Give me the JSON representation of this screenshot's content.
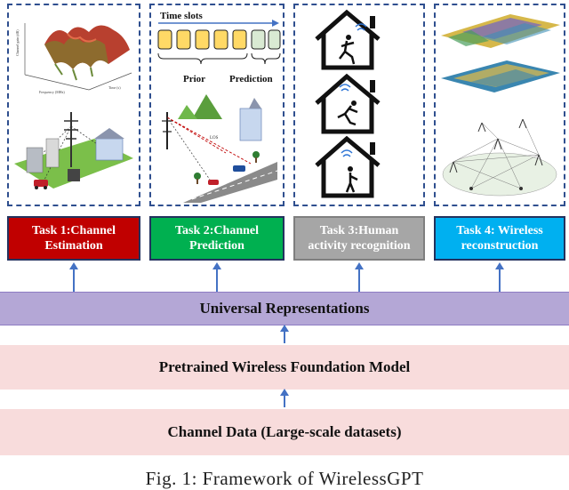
{
  "panels": {
    "prediction": {
      "time_slots": "Time slots",
      "prior": "Prior",
      "prediction": "Prediction",
      "los": "LOS"
    }
  },
  "tasks": [
    {
      "label": "Task 1:Channel Estimation",
      "color": "#c00000"
    },
    {
      "label": "Task 2:Channel Prediction",
      "color": "#00b050"
    },
    {
      "label": "Task 3:Human activity recognition",
      "color": "#a6a6a6"
    },
    {
      "label": "Task 4: Wireless reconstruction",
      "color": "#00b0f0"
    }
  ],
  "bands": {
    "universal": {
      "label": "Universal Representations",
      "color": "#b4a7d6"
    },
    "foundation": {
      "label": "Pretrained Wireless Foundation Model",
      "color": "#f8dcdc"
    },
    "channel_data": {
      "label": "Channel Data (Large-scale datasets)",
      "color": "#f8dcdc"
    }
  },
  "caption": "Fig. 1: Framework of WirelessGPT"
}
